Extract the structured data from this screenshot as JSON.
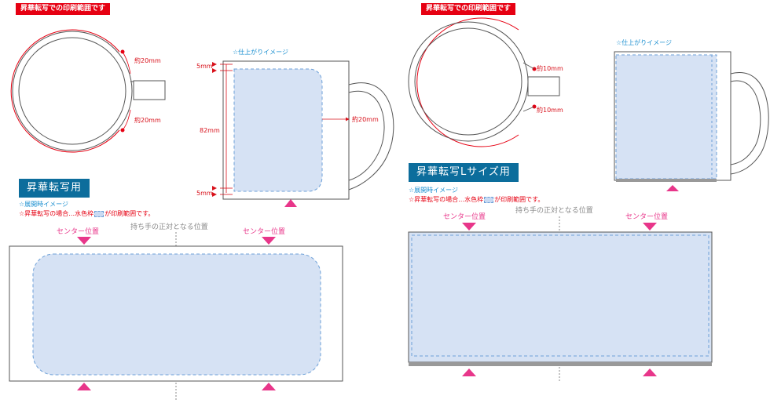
{
  "left": {
    "print_range_label": "昇華転写での印刷範囲です",
    "dim_handle_top": "約20mm",
    "dim_handle_bottom": "約20mm",
    "finish_caption": "☆仕上がりイメージ",
    "dim_top_margin": "5mm",
    "dim_height": "82mm",
    "dim_bottom_margin": "5mm",
    "dim_handle_side": "約20mm",
    "banner": "昇華転写用",
    "flat_caption": "☆展開時イメージ",
    "note_prefix": "☆昇華転写の場合…水色枠",
    "note_suffix": "が印刷範囲です。",
    "handle_center_label": "持ち手の正対となる位置",
    "center_left": "センター位置",
    "center_right": "センター位置"
  },
  "right": {
    "print_range_label": "昇華転写での印刷範囲です",
    "dim_handle_top": "約10mm",
    "dim_handle_bottom": "約10mm",
    "finish_caption": "☆仕上がりイメージ",
    "banner": "昇華転写Lサイズ用",
    "flat_caption": "☆展開時イメージ",
    "note_prefix": "☆昇華転写の場合…水色枠",
    "note_suffix": "が印刷範囲です。",
    "handle_center_label": "持ち手の正対となる位置",
    "center_left": "センター位置",
    "center_right": "センター位置"
  },
  "colors": {
    "print_fill": "#d6e2f4",
    "print_border": "#6da0d8",
    "accent_red": "#e60012",
    "accent_pink": "#e8368a",
    "banner_blue": "#0c6d9c"
  }
}
